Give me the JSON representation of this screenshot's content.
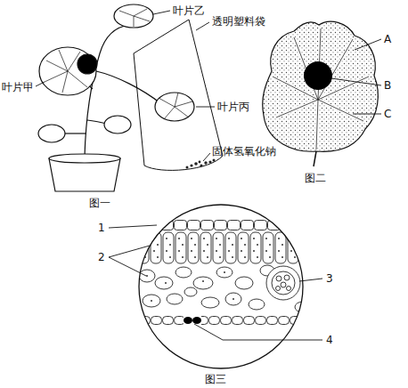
{
  "diagram": {
    "labels": [
      "叶片乙",
      "透明塑料袋",
      "叶片甲",
      "叶片丙",
      "固体氢氧化钠",
      "图一",
      "A",
      "B",
      "C",
      "图二",
      "1",
      "2",
      "3",
      "4",
      "图三"
    ]
  }
}
